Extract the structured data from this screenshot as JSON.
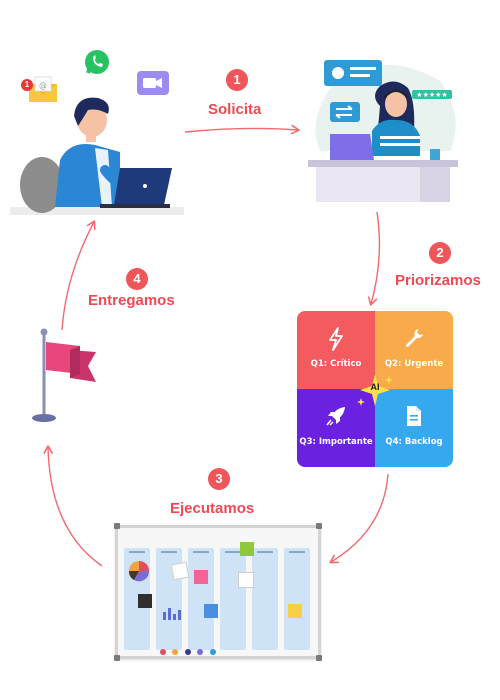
{
  "steps": [
    {
      "number": "1",
      "label": "Solicita"
    },
    {
      "number": "2",
      "label": "Priorizamos"
    },
    {
      "number": "3",
      "label": "Ejecutamos"
    },
    {
      "number": "4",
      "label": "Entregamos"
    }
  ],
  "matrix": {
    "center_badge": "AI",
    "quadrants": [
      {
        "label": "Q1: Crítico",
        "icon": "lightning-icon",
        "color": "#f45b5f"
      },
      {
        "label": "Q2: Urgente",
        "icon": "wrench-icon",
        "color": "#f9aa4b"
      },
      {
        "label": "Q3: Importante",
        "icon": "rocket-icon",
        "color": "#6a22e0"
      },
      {
        "label": "Q4: Backlog",
        "icon": "document-icon",
        "color": "#35a8f0"
      }
    ]
  },
  "notifications": {
    "email_count": "1"
  },
  "colors": {
    "accent": "#f0555a",
    "arrow": "#f26a6f",
    "flag": "#e8467c"
  }
}
